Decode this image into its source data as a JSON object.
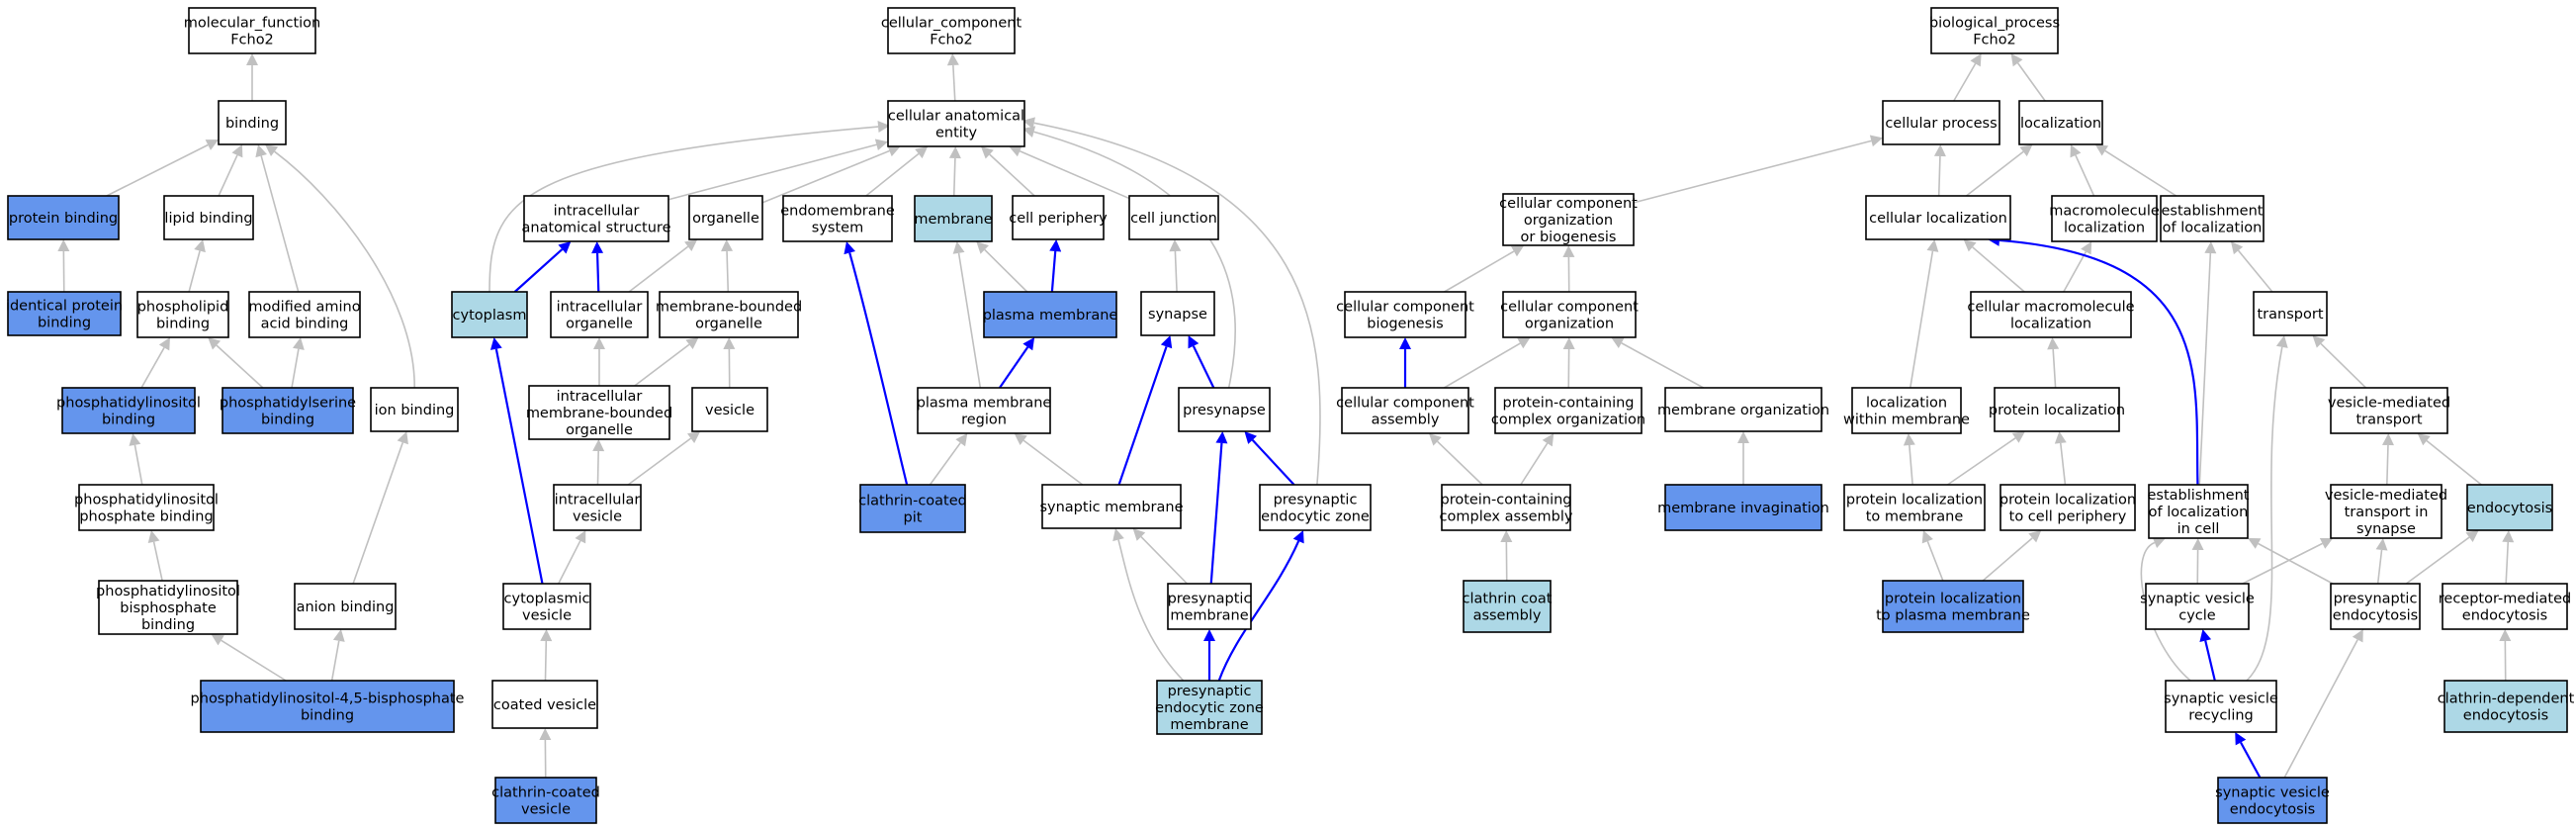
{
  "colors": {
    "plain": "#ffffff",
    "light": "#add8e6",
    "dark": "#6495ed",
    "edge_grey": "#c0c0c0",
    "edge_blue": "#0000ff"
  },
  "nodes": [
    {
      "id": "mf",
      "lines": [
        "molecular_function",
        "Fcho2"
      ],
      "style": "plain"
    },
    {
      "id": "cc",
      "lines": [
        "cellular_component",
        "Fcho2"
      ],
      "style": "plain"
    },
    {
      "id": "bp",
      "lines": [
        "biological_process",
        "Fcho2"
      ],
      "style": "plain"
    },
    {
      "id": "binding",
      "lines": [
        "binding"
      ],
      "style": "plain"
    },
    {
      "id": "protein_binding",
      "lines": [
        "protein binding"
      ],
      "style": "dark"
    },
    {
      "id": "lipid_binding",
      "lines": [
        "lipid binding"
      ],
      "style": "plain"
    },
    {
      "id": "identical_protein_binding",
      "lines": [
        "identical protein",
        "binding"
      ],
      "style": "dark"
    },
    {
      "id": "phospholipid_binding",
      "lines": [
        "phospholipid",
        "binding"
      ],
      "style": "plain"
    },
    {
      "id": "modified_amino_acid_binding",
      "lines": [
        "modified amino",
        "acid binding"
      ],
      "style": "plain"
    },
    {
      "id": "ptdins_binding",
      "lines": [
        "phosphatidylinositol",
        "binding"
      ],
      "style": "dark"
    },
    {
      "id": "ptdser_binding",
      "lines": [
        "phosphatidylserine",
        "binding"
      ],
      "style": "dark"
    },
    {
      "id": "ion_binding",
      "lines": [
        "ion binding"
      ],
      "style": "plain"
    },
    {
      "id": "ptdins_phosphate_binding",
      "lines": [
        "phosphatidylinositol",
        "phosphate binding"
      ],
      "style": "plain"
    },
    {
      "id": "ptdins_bisphosphate_binding",
      "lines": [
        "phosphatidylinositol",
        "bisphosphate",
        "binding"
      ],
      "style": "plain"
    },
    {
      "id": "anion_binding",
      "lines": [
        "anion binding"
      ],
      "style": "plain"
    },
    {
      "id": "pip2_binding",
      "lines": [
        "phosphatidylinositol-4,5-bisphosphate",
        "binding"
      ],
      "style": "dark"
    },
    {
      "id": "cae",
      "lines": [
        "cellular anatomical",
        "entity"
      ],
      "style": "plain"
    },
    {
      "id": "ias",
      "lines": [
        "intracellular",
        "anatomical structure"
      ],
      "style": "plain"
    },
    {
      "id": "organelle",
      "lines": [
        "organelle"
      ],
      "style": "plain"
    },
    {
      "id": "endomembrane_system",
      "lines": [
        "endomembrane",
        "system"
      ],
      "style": "plain"
    },
    {
      "id": "membrane",
      "lines": [
        "membrane"
      ],
      "style": "light"
    },
    {
      "id": "cell_periphery",
      "lines": [
        "cell periphery"
      ],
      "style": "plain"
    },
    {
      "id": "cell_junction",
      "lines": [
        "cell junction"
      ],
      "style": "plain"
    },
    {
      "id": "cytoplasm",
      "lines": [
        "cytoplasm"
      ],
      "style": "light"
    },
    {
      "id": "intracellular_organelle",
      "lines": [
        "intracellular",
        "organelle"
      ],
      "style": "plain"
    },
    {
      "id": "membrane_bounded_organelle",
      "lines": [
        "membrane-bounded",
        "organelle"
      ],
      "style": "plain"
    },
    {
      "id": "plasma_membrane",
      "lines": [
        "plasma membrane"
      ],
      "style": "dark"
    },
    {
      "id": "synapse",
      "lines": [
        "synapse"
      ],
      "style": "plain"
    },
    {
      "id": "imbo",
      "lines": [
        "intracellular",
        "membrane-bounded",
        "organelle"
      ],
      "style": "plain"
    },
    {
      "id": "vesicle",
      "lines": [
        "vesicle"
      ],
      "style": "plain"
    },
    {
      "id": "pm_region",
      "lines": [
        "plasma membrane",
        "region"
      ],
      "style": "plain"
    },
    {
      "id": "presynapse",
      "lines": [
        "presynapse"
      ],
      "style": "plain"
    },
    {
      "id": "intracellular_vesicle",
      "lines": [
        "intracellular",
        "vesicle"
      ],
      "style": "plain"
    },
    {
      "id": "clathrin_coated_pit",
      "lines": [
        "clathrin-coated",
        "pit"
      ],
      "style": "dark"
    },
    {
      "id": "synaptic_membrane",
      "lines": [
        "synaptic membrane"
      ],
      "style": "plain"
    },
    {
      "id": "presynaptic_endocytic_zone",
      "lines": [
        "presynaptic",
        "endocytic zone"
      ],
      "style": "plain"
    },
    {
      "id": "cytoplasmic_vesicle",
      "lines": [
        "cytoplasmic",
        "vesicle"
      ],
      "style": "plain"
    },
    {
      "id": "presynaptic_membrane",
      "lines": [
        "presynaptic",
        "membrane"
      ],
      "style": "plain"
    },
    {
      "id": "coated_vesicle",
      "lines": [
        "coated vesicle"
      ],
      "style": "plain"
    },
    {
      "id": "pezm",
      "lines": [
        "presynaptic",
        "endocytic zone",
        "membrane"
      ],
      "style": "light"
    },
    {
      "id": "clathrin_coated_vesicle",
      "lines": [
        "clathrin-coated",
        "vesicle"
      ],
      "style": "dark"
    },
    {
      "id": "cellular_process",
      "lines": [
        "cellular process"
      ],
      "style": "plain"
    },
    {
      "id": "localization",
      "lines": [
        "localization"
      ],
      "style": "plain"
    },
    {
      "id": "ccob",
      "lines": [
        "cellular component",
        "organization",
        "or biogenesis"
      ],
      "style": "plain"
    },
    {
      "id": "cellular_localization",
      "lines": [
        "cellular localization"
      ],
      "style": "plain"
    },
    {
      "id": "macromolecule_localization",
      "lines": [
        "macromolecule",
        "localization"
      ],
      "style": "plain"
    },
    {
      "id": "establishment_of_localization",
      "lines": [
        "establishment",
        "of localization"
      ],
      "style": "plain"
    },
    {
      "id": "ccb",
      "lines": [
        "cellular component",
        "biogenesis"
      ],
      "style": "plain"
    },
    {
      "id": "cco",
      "lines": [
        "cellular component",
        "organization"
      ],
      "style": "plain"
    },
    {
      "id": "cml",
      "lines": [
        "cellular macromolecule",
        "localization"
      ],
      "style": "plain"
    },
    {
      "id": "transport",
      "lines": [
        "transport"
      ],
      "style": "plain"
    },
    {
      "id": "cca",
      "lines": [
        "cellular component",
        "assembly"
      ],
      "style": "plain"
    },
    {
      "id": "pcco",
      "lines": [
        "protein-containing",
        "complex organization"
      ],
      "style": "plain"
    },
    {
      "id": "membrane_organization",
      "lines": [
        "membrane organization"
      ],
      "style": "plain"
    },
    {
      "id": "lwm",
      "lines": [
        "localization",
        "within membrane"
      ],
      "style": "plain"
    },
    {
      "id": "protein_localization",
      "lines": [
        "protein localization"
      ],
      "style": "plain"
    },
    {
      "id": "vmt",
      "lines": [
        "vesicle-mediated",
        "transport"
      ],
      "style": "plain"
    },
    {
      "id": "pcca",
      "lines": [
        "protein-containing",
        "complex assembly"
      ],
      "style": "plain"
    },
    {
      "id": "membrane_invagination",
      "lines": [
        "membrane invagination"
      ],
      "style": "dark"
    },
    {
      "id": "pltm",
      "lines": [
        "protein localization",
        "to membrane"
      ],
      "style": "plain"
    },
    {
      "id": "pltcp",
      "lines": [
        "protein localization",
        "to cell periphery"
      ],
      "style": "plain"
    },
    {
      "id": "eolic",
      "lines": [
        "establishment",
        "of localization",
        "in cell"
      ],
      "style": "plain"
    },
    {
      "id": "vmtis",
      "lines": [
        "vesicle-mediated",
        "transport in",
        "synapse"
      ],
      "style": "plain"
    },
    {
      "id": "endocytosis",
      "lines": [
        "endocytosis"
      ],
      "style": "light"
    },
    {
      "id": "clathrin_coat_assembly",
      "lines": [
        "clathrin coat",
        "assembly"
      ],
      "style": "light"
    },
    {
      "id": "pltpm",
      "lines": [
        "protein localization",
        "to plasma membrane"
      ],
      "style": "dark"
    },
    {
      "id": "svc",
      "lines": [
        "synaptic vesicle",
        "cycle"
      ],
      "style": "plain"
    },
    {
      "id": "presynaptic_endocytosis",
      "lines": [
        "presynaptic",
        "endocytosis"
      ],
      "style": "plain"
    },
    {
      "id": "rme",
      "lines": [
        "receptor-mediated",
        "endocytosis"
      ],
      "style": "plain"
    },
    {
      "id": "svr",
      "lines": [
        "synaptic vesicle",
        "recycling"
      ],
      "style": "plain"
    },
    {
      "id": "cde",
      "lines": [
        "clathrin-dependent",
        "endocytosis"
      ],
      "style": "light"
    },
    {
      "id": "sve",
      "lines": [
        "synaptic vesicle",
        "endocytosis"
      ],
      "style": "dark"
    }
  ],
  "edges": [
    {
      "from": "binding",
      "to": "mf",
      "kind": "grey"
    },
    {
      "from": "protein_binding",
      "to": "binding",
      "kind": "grey"
    },
    {
      "from": "lipid_binding",
      "to": "binding",
      "kind": "grey"
    },
    {
      "from": "modified_amino_acid_binding",
      "to": "binding",
      "kind": "grey"
    },
    {
      "from": "ion_binding",
      "to": "binding",
      "kind": "grey"
    },
    {
      "from": "identical_protein_binding",
      "to": "protein_binding",
      "kind": "grey"
    },
    {
      "from": "phospholipid_binding",
      "to": "lipid_binding",
      "kind": "grey"
    },
    {
      "from": "ptdins_binding",
      "to": "phospholipid_binding",
      "kind": "grey"
    },
    {
      "from": "ptdser_binding",
      "to": "phospholipid_binding",
      "kind": "grey"
    },
    {
      "from": "ptdser_binding",
      "to": "modified_amino_acid_binding",
      "kind": "grey"
    },
    {
      "from": "ptdins_phosphate_binding",
      "to": "ptdins_binding",
      "kind": "grey"
    },
    {
      "from": "ptdins_bisphosphate_binding",
      "to": "ptdins_phosphate_binding",
      "kind": "grey"
    },
    {
      "from": "anion_binding",
      "to": "ion_binding",
      "kind": "grey"
    },
    {
      "from": "pip2_binding",
      "to": "ptdins_bisphosphate_binding",
      "kind": "grey"
    },
    {
      "from": "pip2_binding",
      "to": "anion_binding",
      "kind": "grey"
    },
    {
      "from": "cae",
      "to": "cc",
      "kind": "grey"
    },
    {
      "from": "ias",
      "to": "cae",
      "kind": "grey"
    },
    {
      "from": "organelle",
      "to": "cae",
      "kind": "grey"
    },
    {
      "from": "endomembrane_system",
      "to": "cae",
      "kind": "grey"
    },
    {
      "from": "membrane",
      "to": "cae",
      "kind": "grey"
    },
    {
      "from": "cell_periphery",
      "to": "cae",
      "kind": "grey"
    },
    {
      "from": "cell_junction",
      "to": "cae",
      "kind": "grey"
    },
    {
      "from": "cytoplasm",
      "to": "cae",
      "kind": "grey"
    },
    {
      "from": "presynapse",
      "to": "cae",
      "kind": "grey"
    },
    {
      "from": "presynaptic_endocytic_zone",
      "to": "cae",
      "kind": "grey"
    },
    {
      "from": "cytoplasm",
      "to": "ias",
      "kind": "blue"
    },
    {
      "from": "intracellular_organelle",
      "to": "ias",
      "kind": "blue"
    },
    {
      "from": "intracellular_organelle",
      "to": "organelle",
      "kind": "grey"
    },
    {
      "from": "membrane_bounded_organelle",
      "to": "organelle",
      "kind": "grey"
    },
    {
      "from": "plasma_membrane",
      "to": "membrane",
      "kind": "grey"
    },
    {
      "from": "plasma_membrane",
      "to": "cell_periphery",
      "kind": "blue"
    },
    {
      "from": "synapse",
      "to": "cell_junction",
      "kind": "grey"
    },
    {
      "from": "imbo",
      "to": "intracellular_organelle",
      "kind": "grey"
    },
    {
      "from": "imbo",
      "to": "membrane_bounded_organelle",
      "kind": "grey"
    },
    {
      "from": "vesicle",
      "to": "membrane_bounded_organelle",
      "kind": "grey"
    },
    {
      "from": "pm_region",
      "to": "membrane",
      "kind": "grey"
    },
    {
      "from": "pm_region",
      "to": "plasma_membrane",
      "kind": "blue"
    },
    {
      "from": "presynapse",
      "to": "synapse",
      "kind": "blue"
    },
    {
      "from": "intracellular_vesicle",
      "to": "imbo",
      "kind": "grey"
    },
    {
      "from": "intracellular_vesicle",
      "to": "vesicle",
      "kind": "grey"
    },
    {
      "from": "clathrin_coated_pit",
      "to": "endomembrane_system",
      "kind": "blue"
    },
    {
      "from": "clathrin_coated_pit",
      "to": "pm_region",
      "kind": "grey"
    },
    {
      "from": "synaptic_membrane",
      "to": "pm_region",
      "kind": "grey"
    },
    {
      "from": "synaptic_membrane",
      "to": "synapse",
      "kind": "blue"
    },
    {
      "from": "presynaptic_endocytic_zone",
      "to": "presynapse",
      "kind": "blue"
    },
    {
      "from": "cytoplasmic_vesicle",
      "to": "cytoplasm",
      "kind": "blue"
    },
    {
      "from": "cytoplasmic_vesicle",
      "to": "intracellular_vesicle",
      "kind": "grey"
    },
    {
      "from": "presynaptic_membrane",
      "to": "presynapse",
      "kind": "blue"
    },
    {
      "from": "presynaptic_membrane",
      "to": "synaptic_membrane",
      "kind": "grey"
    },
    {
      "from": "coated_vesicle",
      "to": "cytoplasmic_vesicle",
      "kind": "grey"
    },
    {
      "from": "pezm",
      "to": "presynaptic_membrane",
      "kind": "blue"
    },
    {
      "from": "pezm",
      "to": "presynaptic_endocytic_zone",
      "kind": "blue"
    },
    {
      "from": "pezm",
      "to": "synaptic_membrane",
      "kind": "grey"
    },
    {
      "from": "clathrin_coated_vesicle",
      "to": "coated_vesicle",
      "kind": "grey"
    },
    {
      "from": "cellular_process",
      "to": "bp",
      "kind": "grey"
    },
    {
      "from": "localization",
      "to": "bp",
      "kind": "grey"
    },
    {
      "from": "ccob",
      "to": "cellular_process",
      "kind": "grey"
    },
    {
      "from": "cellular_localization",
      "to": "cellular_process",
      "kind": "grey"
    },
    {
      "from": "cellular_localization",
      "to": "localization",
      "kind": "grey"
    },
    {
      "from": "macromolecule_localization",
      "to": "localization",
      "kind": "grey"
    },
    {
      "from": "establishment_of_localization",
      "to": "localization",
      "kind": "grey"
    },
    {
      "from": "ccb",
      "to": "ccob",
      "kind": "grey"
    },
    {
      "from": "cco",
      "to": "ccob",
      "kind": "grey"
    },
    {
      "from": "cml",
      "to": "cellular_localization",
      "kind": "grey"
    },
    {
      "from": "cml",
      "to": "macromolecule_localization",
      "kind": "grey"
    },
    {
      "from": "transport",
      "to": "establishment_of_localization",
      "kind": "grey"
    },
    {
      "from": "cca",
      "to": "ccb",
      "kind": "blue"
    },
    {
      "from": "cca",
      "to": "cco",
      "kind": "grey"
    },
    {
      "from": "pcco",
      "to": "cco",
      "kind": "grey"
    },
    {
      "from": "membrane_organization",
      "to": "cco",
      "kind": "grey"
    },
    {
      "from": "lwm",
      "to": "cellular_localization",
      "kind": "grey"
    },
    {
      "from": "protein_localization",
      "to": "cml",
      "kind": "grey"
    },
    {
      "from": "vmt",
      "to": "transport",
      "kind": "grey"
    },
    {
      "from": "pcca",
      "to": "cca",
      "kind": "grey"
    },
    {
      "from": "pcca",
      "to": "pcco",
      "kind": "grey"
    },
    {
      "from": "membrane_invagination",
      "to": "membrane_organization",
      "kind": "grey"
    },
    {
      "from": "pltm",
      "to": "lwm",
      "kind": "grey"
    },
    {
      "from": "pltm",
      "to": "protein_localization",
      "kind": "grey"
    },
    {
      "from": "pltcp",
      "to": "protein_localization",
      "kind": "grey"
    },
    {
      "from": "eolic",
      "to": "cellular_localization",
      "kind": "blue"
    },
    {
      "from": "eolic",
      "to": "establishment_of_localization",
      "kind": "grey"
    },
    {
      "from": "vmtis",
      "to": "vmt",
      "kind": "grey"
    },
    {
      "from": "endocytosis",
      "to": "vmt",
      "kind": "grey"
    },
    {
      "from": "clathrin_coat_assembly",
      "to": "pcca",
      "kind": "grey"
    },
    {
      "from": "pltpm",
      "to": "pltm",
      "kind": "grey"
    },
    {
      "from": "pltpm",
      "to": "pltcp",
      "kind": "grey"
    },
    {
      "from": "svc",
      "to": "eolic",
      "kind": "grey"
    },
    {
      "from": "svc",
      "to": "vmtis",
      "kind": "grey"
    },
    {
      "from": "presynaptic_endocytosis",
      "to": "eolic",
      "kind": "grey"
    },
    {
      "from": "presynaptic_endocytosis",
      "to": "vmtis",
      "kind": "grey"
    },
    {
      "from": "presynaptic_endocytosis",
      "to": "endocytosis",
      "kind": "grey"
    },
    {
      "from": "rme",
      "to": "endocytosis",
      "kind": "grey"
    },
    {
      "from": "svr",
      "to": "svc",
      "kind": "blue"
    },
    {
      "from": "svr",
      "to": "eolic",
      "kind": "grey"
    },
    {
      "from": "svr",
      "to": "transport",
      "kind": "grey"
    },
    {
      "from": "cde",
      "to": "rme",
      "kind": "grey"
    },
    {
      "from": "sve",
      "to": "svr",
      "kind": "blue"
    },
    {
      "from": "sve",
      "to": "presynaptic_endocytosis",
      "kind": "grey"
    }
  ]
}
